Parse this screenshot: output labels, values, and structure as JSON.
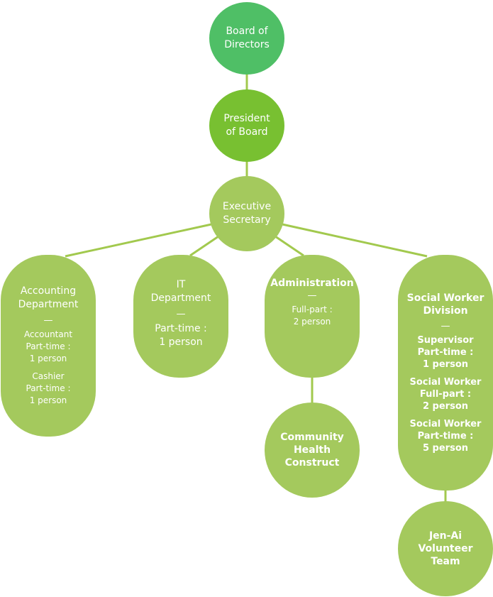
{
  "board": {
    "line1": "Board of",
    "line2": "Directors"
  },
  "president": {
    "line1": "President",
    "line2": "of Board"
  },
  "executive": {
    "line1": "Executive",
    "line2": "Secretary"
  },
  "separator": "—",
  "accounting": {
    "title1": "Accounting",
    "title2": "Department",
    "role1": {
      "name": "Accountant",
      "type": "Part-time  :",
      "count": "1 person"
    },
    "role2": {
      "name": "Cashier",
      "type": "Part-time :",
      "count": "1 person"
    }
  },
  "it": {
    "title1": "IT",
    "title2": "Department",
    "type": "Part-time :",
    "count": "1 person"
  },
  "administration": {
    "title": "Administration",
    "type": "Full-part :",
    "count": "2 person"
  },
  "community": {
    "line1": "Community",
    "line2": "Health",
    "line3": "Construct"
  },
  "social": {
    "title1": "Social Worker",
    "title2": "Division",
    "role1": {
      "name": "Supervisor",
      "type": "Part-time :",
      "count": "1 person"
    },
    "role2": {
      "name": "Social Worker",
      "type": "Full-part :",
      "count": "2 person"
    },
    "role3": {
      "name": "Social Worker",
      "type": "Part-time :",
      "count": "5 person"
    }
  },
  "volunteer": {
    "line1": "Jen-Ai",
    "line2": "Volunteer",
    "line3": "Team"
  },
  "colors": {
    "board": "#4fbf66",
    "president": "#78c031",
    "nodes": "#a4c95d",
    "connector": "#a2c94e"
  }
}
